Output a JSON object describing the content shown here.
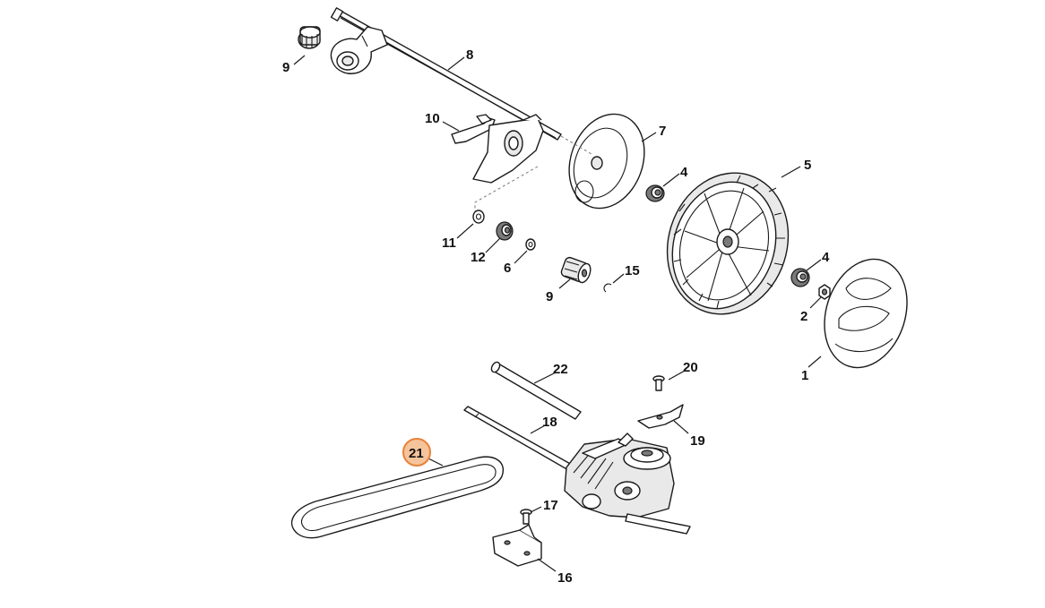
{
  "diagram": {
    "highlight_color": "#e8823a",
    "highlighted_callout": "21",
    "callouts": [
      "9",
      "8",
      "10",
      "7",
      "4",
      "5",
      "11",
      "12",
      "6",
      "9",
      "15",
      "4",
      "2",
      "1",
      "22",
      "20",
      "18",
      "19",
      "21",
      "17",
      "16"
    ]
  }
}
